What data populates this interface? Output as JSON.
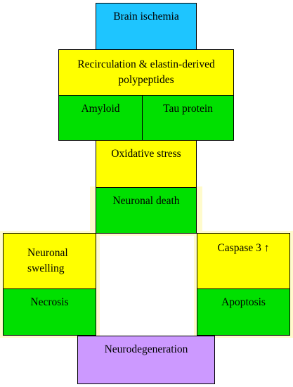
{
  "diagram": {
    "nodes": {
      "brain_ischemia": "Brain ischemia",
      "recirculation": "Recirculation & elastin-derived polypeptides",
      "amyloid": "Amyloid",
      "tau_protein": "Tau protein",
      "oxidative_stress": "Oxidative stress",
      "neuronal_death": "Neuronal death",
      "neuronal_swelling": "Neuronal swelling",
      "caspase": "Caspase 3 ↑",
      "necrosis": "Necrosis",
      "apoptosis": "Apoptosis",
      "neurodegeneration": "Neurodegeneration"
    },
    "colors": {
      "blue": "#1ec5ff",
      "yellow": "#ffff00",
      "green": "#00e000",
      "violet": "#cc99ff",
      "glow": "#fffbcc"
    }
  }
}
